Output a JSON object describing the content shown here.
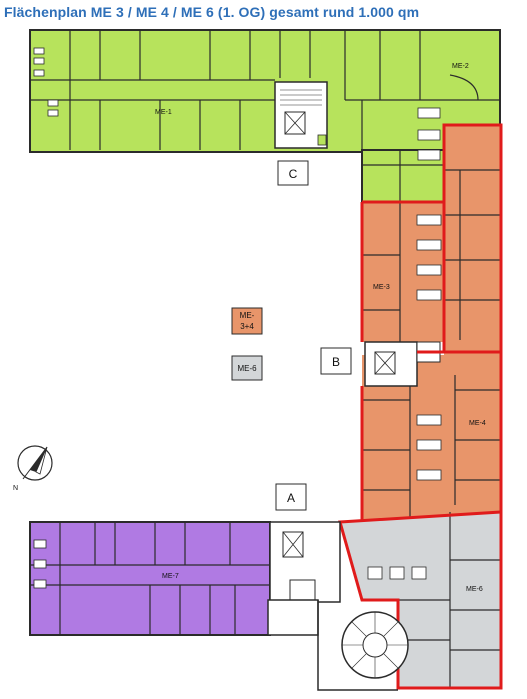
{
  "title": "Flächenplan ME 3 / ME 4 / ME 6 (1. OG) gesamt rund 1.000 qm",
  "colors": {
    "me1_me2": "#B7E35C",
    "me3_me4": "#E8956A",
    "me6": "#D3D6D8",
    "me7": "#B07AE3",
    "highlight": "#E01B1B",
    "wall": "#2B2B2B"
  },
  "units": {
    "me1": "ME-1",
    "me2": "ME-2",
    "me3": "ME-3",
    "me4": "ME-4",
    "me6": "ME-6",
    "me7": "ME-7"
  },
  "blocks": {
    "a": "A",
    "b": "B",
    "c": "C"
  },
  "legend": {
    "me34_line1": "ME-",
    "me34_line2": "3+4",
    "me6": "ME-6"
  },
  "compass": {
    "north": "N",
    "icon": "compass-icon"
  }
}
